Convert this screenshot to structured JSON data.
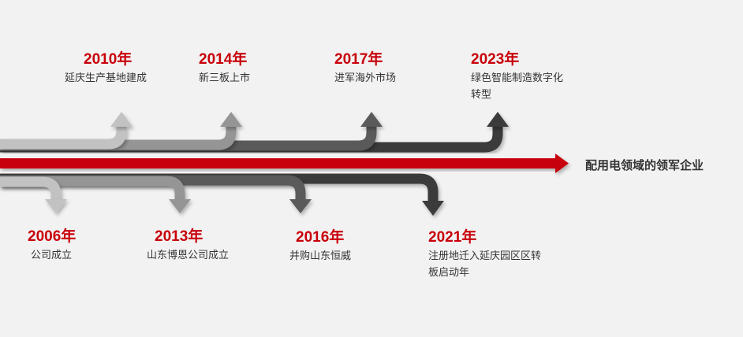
{
  "slogan": "配用电领域的领军企业",
  "colors": {
    "accent_red": "#c8000a",
    "arrow_light": "#c2c2c2",
    "arrow_mid": "#959595",
    "arrow_dark": "#5a5a5a",
    "arrow_darkest": "#3a3a3a"
  },
  "events_top": [
    {
      "year": "2010年",
      "desc": "延庆生产基地建成"
    },
    {
      "year": "2014年",
      "desc": "新三板上市"
    },
    {
      "year": "2017年",
      "desc": "进军海外市场"
    },
    {
      "year": "2023年",
      "desc": "绿色智能制造数字化转型"
    }
  ],
  "events_bottom": [
    {
      "year": "2006年",
      "desc": "公司成立"
    },
    {
      "year": "2013年",
      "desc": "山东博恩公司成立"
    },
    {
      "year": "2016年",
      "desc": "并购山东恒威"
    },
    {
      "year": "2021年",
      "desc": "注册地迁入延庆园区区转板启动年"
    }
  ]
}
